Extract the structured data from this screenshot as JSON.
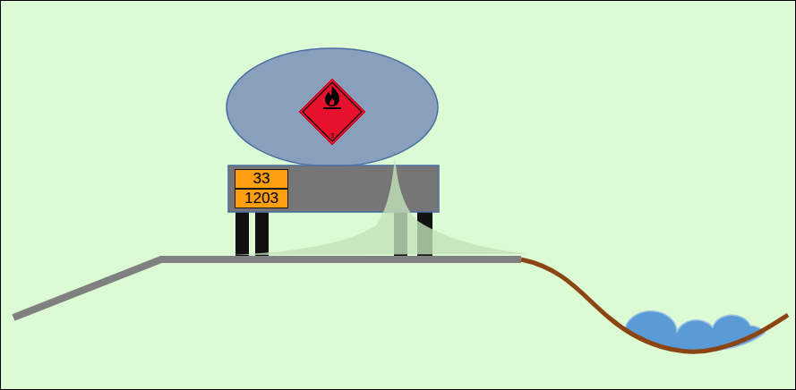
{
  "diagram": {
    "nodes": [
      {
        "text": [
          "3"
        ]
      },
      {
        "text": [
          "33"
        ]
      },
      {
        "text": [
          "1203"
        ]
      }
    ]
  }
}
